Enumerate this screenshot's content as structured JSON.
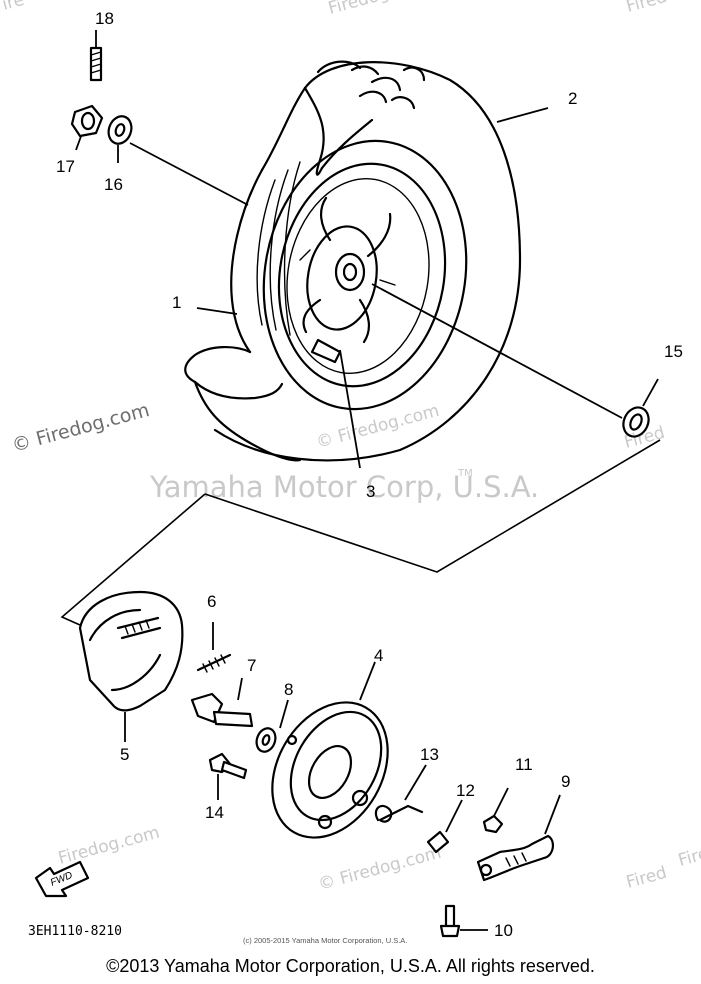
{
  "diagram": {
    "watermark_main": "Yamaha Motor Corp, U.S.A.",
    "watermark_tm": "TM",
    "watermark_site": "© Firedog.com",
    "watermark_site_short": "Firedog.com",
    "watermark_fragment": "Fired",
    "watermark_fragment_left": "ire",
    "part_code": "3EH1110-8210",
    "small_credit": "(c) 2005-2015 Yamaha Motor Corporation, U.S.A.",
    "fwd_label": "FWD",
    "callouts": [
      "1",
      "2",
      "3",
      "4",
      "5",
      "6",
      "7",
      "8",
      "9",
      "10",
      "11",
      "12",
      "13",
      "14",
      "15",
      "16",
      "17",
      "18"
    ]
  },
  "footer": {
    "copyright": "©2013 Yamaha Motor Corporation, U.S.A. All rights reserved."
  }
}
